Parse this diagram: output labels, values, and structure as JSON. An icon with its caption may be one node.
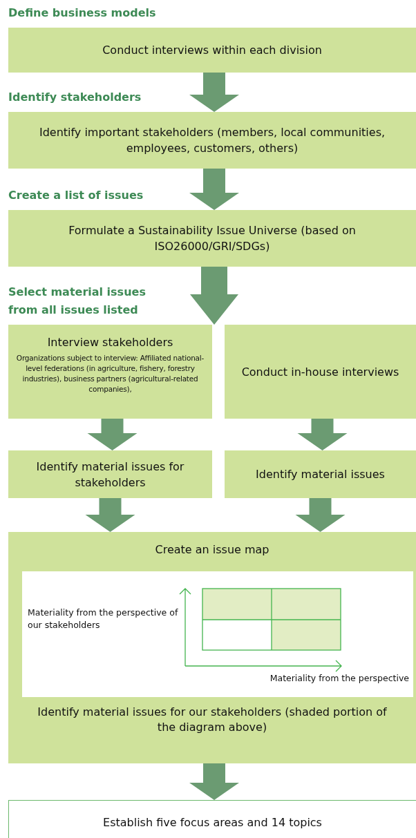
{
  "diagram": {
    "nodes": [
      {
        "text": [
          "Define business models",
          "Conduct interviews within each division"
        ]
      },
      {
        "text": [
          "Identify stakeholders",
          "Identify important stakeholders (members, local communities, employees, customers, others)"
        ]
      },
      {
        "text": [
          "Create a list of issues",
          "Formulate a Sustainability Issue Universe (based on ISO26000/GRI/SDGs)"
        ]
      },
      {
        "text": [
          "Interview stakeholders",
          "Organizations subject to interview: Affiliated national-level federations (in agriculture, fishery, forestry industries), business partners (agricultural-related companies),"
        ]
      },
      {
        "text": [
          "Conduct in-house interviews"
        ]
      },
      {
        "text": [
          "Identify material issues for stakeholders"
        ]
      },
      {
        "text": [
          "Identify material issues"
        ]
      },
      {
        "text": [
          "Create an issue map",
          "Identify material issues for our stakeholders (shaded portion of the diagram above)"
        ]
      },
      {
        "text": [
          "Establish five focus areas and 14 topics"
        ]
      }
    ],
    "edges": [
      {
        "from": 0,
        "to": 1,
        "arrow": "to"
      },
      {
        "from": 1,
        "to": 2,
        "arrow": "to"
      },
      {
        "from": 2,
        "to": 3,
        "arrow": "to"
      },
      {
        "from": 2,
        "to": 4,
        "arrow": "to"
      },
      {
        "from": 3,
        "to": 5,
        "arrow": "to"
      },
      {
        "from": 4,
        "to": 6,
        "arrow": "to"
      },
      {
        "from": 5,
        "to": 7,
        "arrow": "to"
      },
      {
        "from": 6,
        "to": 7,
        "arrow": "to"
      },
      {
        "from": 7,
        "to": 8,
        "arrow": "to"
      }
    ],
    "labels": [
      "Select material issues from all issues listed",
      "Materiality from the perspective of our stakeholders",
      "Materiality from the perspective"
    ]
  }
}
